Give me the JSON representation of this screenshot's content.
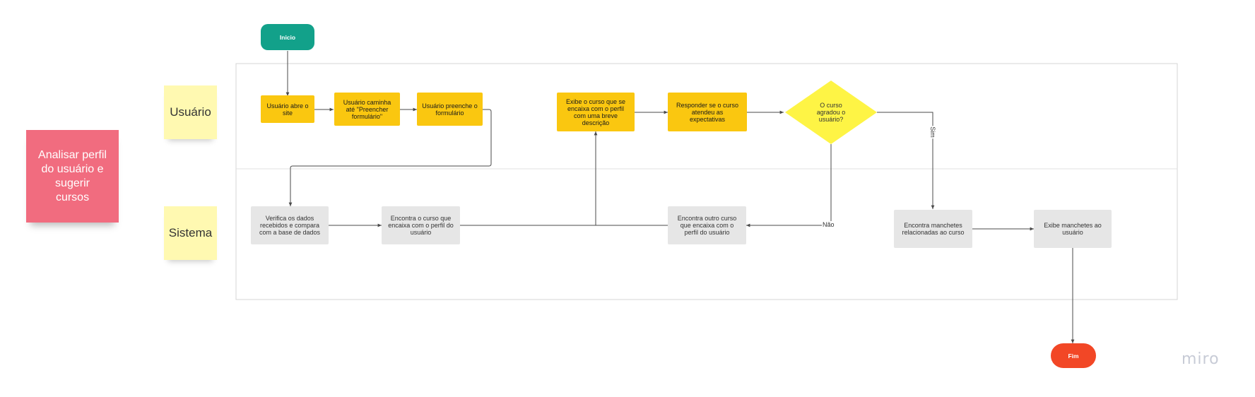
{
  "brand": "miro",
  "colors": {
    "user_step": "#fac710",
    "system_step": "#e6e6e6",
    "start": "#12a18a",
    "end": "#f24726",
    "decision": "#fef445",
    "lane_sticky": "#fff9b1",
    "title_sticky": "#f16c7f",
    "connector": "#4a4a4a",
    "lane_border": "#d4d4d4"
  },
  "title_note": "Analisar perfil\ndo usuário e\nsugerir\ncursos",
  "lanes": {
    "user": "Usuário",
    "system": "Sistema"
  },
  "nodes": {
    "start": "Inicio",
    "user_opens_site": "Usuário abre o\nsite",
    "user_goes_to_form": "Usuário caminha\naté \"Preencher\nformulário\"",
    "user_fills_form": "Usuário preenche o\nformulário",
    "system_checks_data": "Verifica os dados\nrecebidos e compara\ncom a base de dados",
    "system_finds_course": "Encontra o curso que\nencaixa com o perfil do\nusuário",
    "show_course": "Exibe o curso que se\nencaixa com o perfil\ncom uma breve\ndescrição",
    "answer_expectations": "Responder se o curso\natendeu as\nexpectativas",
    "decision": "O curso\nagradou o\nusuário?",
    "find_other_course": "Encontra outro curso\nque encaixa com o\nperfil do usuário",
    "find_headlines": "Encontra manchetes\nrelacionadas ao curso",
    "show_headlines": "Exibe manchetes ao\nusuário",
    "end": "Fim"
  },
  "edge_labels": {
    "no": "Não",
    "yes": "Sim"
  }
}
